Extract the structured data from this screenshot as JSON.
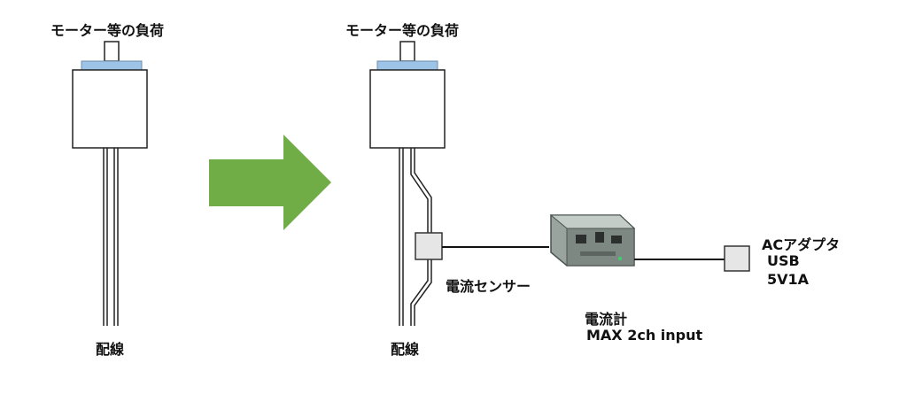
{
  "before": {
    "load_label": "モーター等の負荷",
    "wiring_label": "配線"
  },
  "after": {
    "load_label": "モーター等の負荷",
    "wiring_label": "配線",
    "sensor_label": "電流センサー",
    "meter_label_1": "電流計",
    "meter_label_2": "MAX 2ch input",
    "adapter_label_1": "ACアダプタ",
    "adapter_label_2": "USB",
    "adapter_label_3": "5V1A"
  },
  "colors": {
    "arrow": "#70ad47",
    "shaft_cap": "#9dc3e6",
    "meter_body": "#8a9590"
  }
}
